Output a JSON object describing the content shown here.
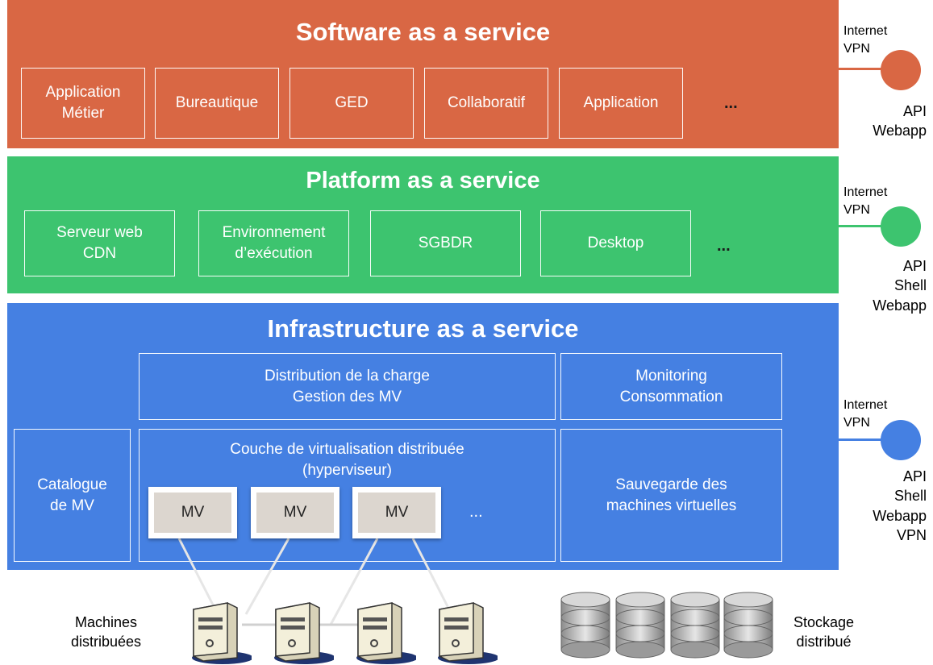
{
  "saas": {
    "title": "Software as a service",
    "color": "#d96744",
    "boxes": [
      "Application\nMétier",
      "Bureautique",
      "GED",
      "Collaboratif",
      "Application"
    ],
    "more": "...",
    "access": {
      "network": "Internet\nVPN",
      "interfaces": "API\nWebapp"
    }
  },
  "paas": {
    "title": "Platform as a service",
    "color": "#3dc46f",
    "boxes": [
      "Serveur web\nCDN",
      "Environnement\nd’exécution",
      "SGBDR",
      "Desktop"
    ],
    "more": "...",
    "access": {
      "network": "Internet\nVPN",
      "interfaces": "API\nShell\nWebapp"
    }
  },
  "iaas": {
    "title": "Infrastructure as a service",
    "color": "#4580e2",
    "distribution": "Distribution de la charge\nGestion des MV",
    "monitoring": "Monitoring\nConsommation",
    "catalogue": "Catalogue\nde MV",
    "virtualisation": "Couche de virtualisation distribuée\n(hyperviseur)",
    "mv": [
      "MV",
      "MV",
      "MV"
    ],
    "more": "...",
    "sauvegarde": "Sauvegarde des\nmachines virtuelles",
    "access": {
      "network": "Internet\nVPN",
      "interfaces": "API\nShell\nWebapp\nVPN"
    }
  },
  "bottom": {
    "machines_label": "Machines\ndistribuées",
    "storage_label": "Stockage\ndistribué"
  },
  "icons": {
    "server": "server-icon",
    "disk": "disk-stack-icon"
  }
}
